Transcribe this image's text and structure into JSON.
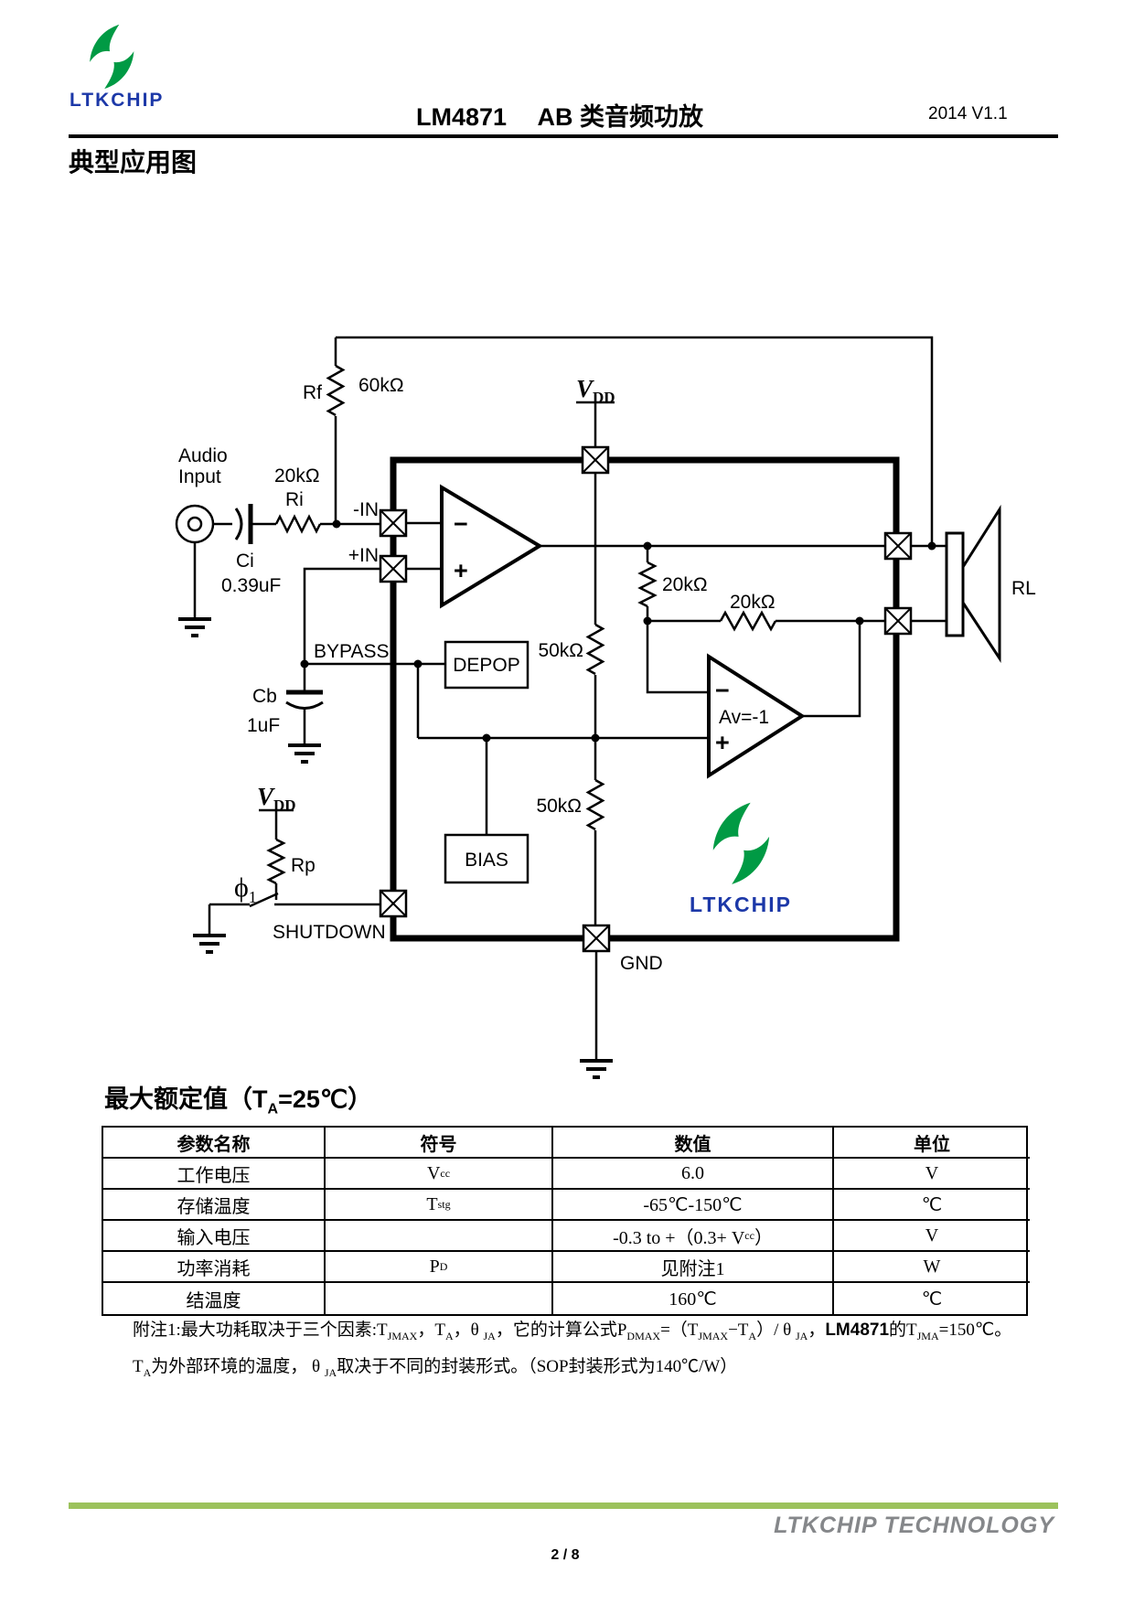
{
  "header": {
    "logo_text": "LTKCHIP",
    "title": "LM4871　 AB 类音频功放",
    "version": "2014 V1.1",
    "logo_green": "#009A44",
    "logo_blue": "#1C38A8"
  },
  "section1": {
    "heading": "典型应用图"
  },
  "circuit": {
    "audio_input_line1": "Audio",
    "audio_input_line2": "Input",
    "rf_name": "Rf",
    "rf_value": "60kΩ",
    "ri_value": "20kΩ",
    "ri_name": "Ri",
    "ci_name": "Ci",
    "ci_value": "0.39uF",
    "pin_neg_in": "-IN",
    "pin_pos_in": "+IN",
    "bypass": "BYPASS",
    "cb_name": "Cb",
    "cb_value": "1uF",
    "vdd_base": "V",
    "vdd_sub": "DD",
    "rp_name": "Rp",
    "phi_base": "ϕ",
    "phi_sub": "1",
    "shutdown": "SHUTDOWN",
    "depop": "DEPOP",
    "bias": "BIAS",
    "r50k_top": "50kΩ",
    "r50k_bottom": "50kΩ",
    "r20k_vert": "20kΩ",
    "r20k_horiz": "20kΩ",
    "av_label": "Av=-1",
    "opamp_minus": "−",
    "opamp_plus": "+",
    "gnd": "GND",
    "rl": "RL",
    "logo_text": "LTKCHIP"
  },
  "section2": {
    "heading_segments": [
      {
        "t": "最大额定值（T"
      },
      {
        "sub": "A"
      },
      {
        "t": "=25℃）"
      }
    ]
  },
  "table": {
    "headers": [
      "参数名称",
      "符号",
      "数值",
      "单位"
    ],
    "rows": [
      {
        "name": "工作电压",
        "symbol": [
          {
            "t": "V"
          },
          {
            "sub": "cc"
          }
        ],
        "value": "6.0",
        "unit": "V"
      },
      {
        "name": "存储温度",
        "symbol": [
          {
            "t": "T"
          },
          {
            "sub": "stg"
          }
        ],
        "value": "-65℃-150℃",
        "unit": "℃"
      },
      {
        "name": "输入电压",
        "symbol": "",
        "value": [
          {
            "t": "-0.3 to +（0.3+ V"
          },
          {
            "sub": "cc"
          },
          {
            "t": "）"
          }
        ],
        "unit": "V"
      },
      {
        "name": "功率消耗",
        "symbol": [
          {
            "t": "P"
          },
          {
            "sub": "D"
          }
        ],
        "value": "见附注1",
        "unit": "W"
      },
      {
        "name": "结温度",
        "symbol": "",
        "value": "160℃",
        "unit": "℃"
      }
    ]
  },
  "notes": {
    "line1": [
      {
        "t": "附注1:最大功耗取决于三个因素:T"
      },
      {
        "sub": "JMAX"
      },
      {
        "t": "，T"
      },
      {
        "sub": "A"
      },
      {
        "t": "，θ "
      },
      {
        "sub": "JA"
      },
      {
        "t": "，它的计算公式P"
      },
      {
        "sub": "DMAX"
      },
      {
        "t": "=（T"
      },
      {
        "sub": "JMAX"
      },
      {
        "t": "−T"
      },
      {
        "sub": "A"
      },
      {
        "t": "）/ θ "
      },
      {
        "sub": "JA"
      },
      {
        "t": "，"
      },
      {
        "t": "LM4871",
        "b": true
      },
      {
        "t": "的T"
      },
      {
        "sub": "JMA"
      },
      {
        "t": "=150℃。"
      }
    ],
    "line2": [
      {
        "t": "T"
      },
      {
        "sub": "A"
      },
      {
        "t": "为外部环境的温度， θ "
      },
      {
        "sub": "JA"
      },
      {
        "t": "取决于不同的封装形式。（SOP封装形式为140℃/W）"
      }
    ]
  },
  "footer": {
    "company": "LTKCHIP TECHNOLOGY",
    "page": "2 / 8",
    "bar_color": "#9CC25C"
  }
}
